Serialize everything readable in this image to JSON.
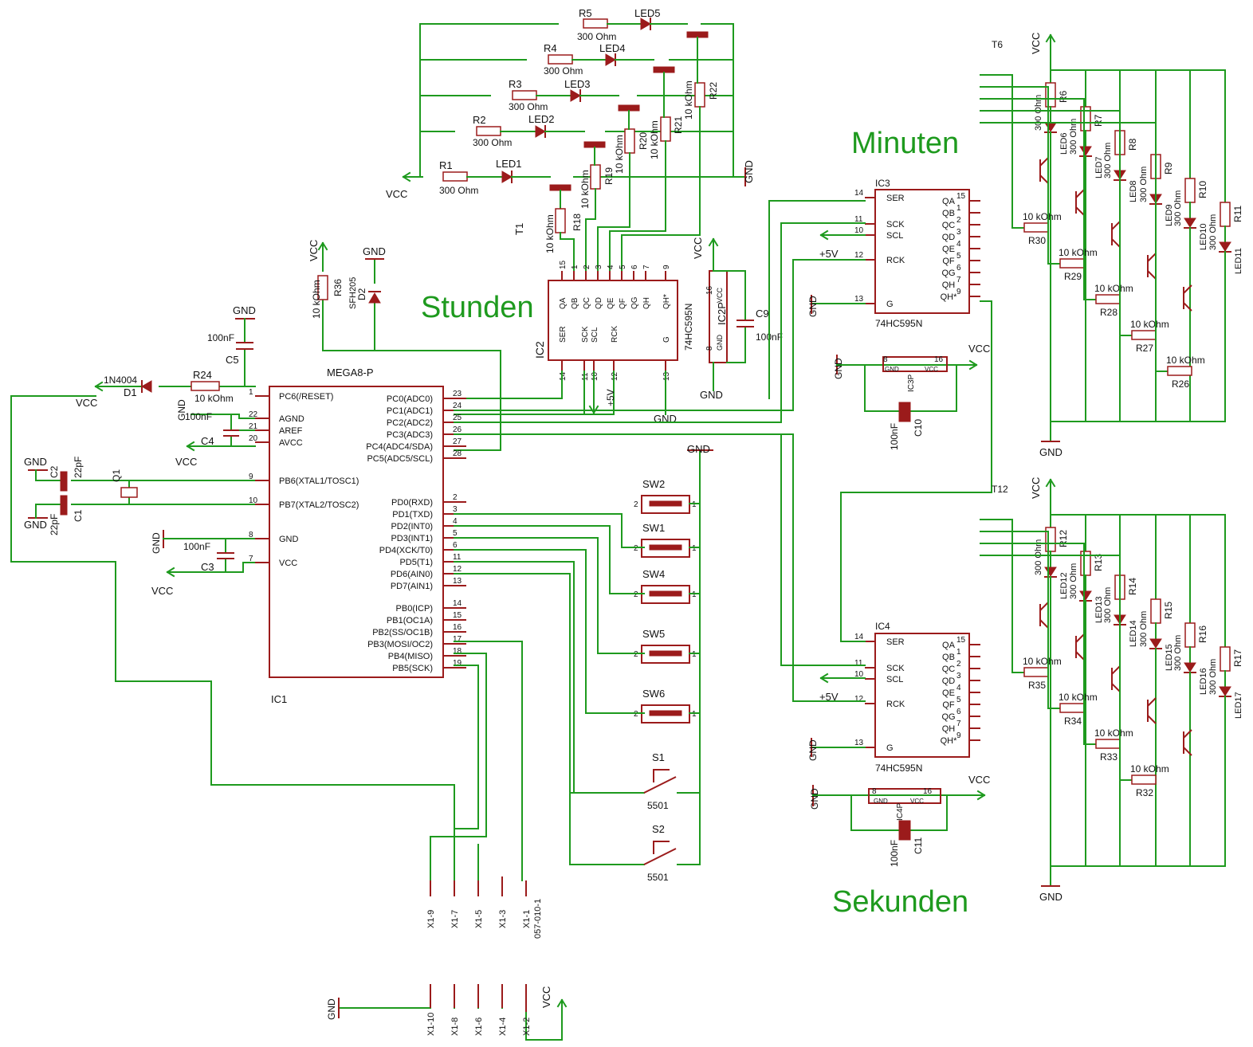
{
  "section_titles": {
    "hours": "Stunden",
    "minutes": "Minuten",
    "seconds": "Sekunden"
  },
  "supply": {
    "vcc": "VCC",
    "gnd": "GND",
    "plus5v": "+5V"
  },
  "hour_leds": {
    "resistors": [
      "R1",
      "R2",
      "R3",
      "R4",
      "R5"
    ],
    "resistor_value": "300 Ohm",
    "leds": [
      "LED1",
      "LED2",
      "LED3",
      "LED4",
      "LED5"
    ],
    "base_resistors": [
      "R18",
      "R19",
      "R20",
      "R21",
      "R22"
    ],
    "base_value": "10 kOhm",
    "first_transistor": "T1"
  },
  "ic2": {
    "ref": "IC2",
    "part": "74HC595N",
    "top_pins": [
      "15",
      "1",
      "2",
      "3",
      "4",
      "5",
      "6",
      "7",
      "9"
    ],
    "top_names": [
      "QA",
      "QB",
      "QC",
      "QD",
      "QE",
      "QF",
      "QG",
      "QH",
      "QH*"
    ],
    "bottom_names": [
      "SER",
      "SCK",
      "SCL",
      "RCK",
      "G"
    ],
    "bottom_pins": [
      "14",
      "11",
      "10",
      "12",
      "13"
    ]
  },
  "ic2p": {
    "ref": "IC2P",
    "vcc_pin": "16",
    "vcc": "VCC",
    "gnd_pin": "8",
    "gnd": "GND"
  },
  "c9": {
    "ref": "C9",
    "value": "100nF"
  },
  "r36": {
    "ref": "R36",
    "value": "10 kOhm"
  },
  "d2": {
    "ref": "D2",
    "part": "SFH205"
  },
  "c5": {
    "ref": "C5",
    "value": "100nF"
  },
  "d1": {
    "ref": "D1",
    "part": "1N4004"
  },
  "r24": {
    "ref": "R24",
    "value": "10 kOhm"
  },
  "c4": {
    "ref": "C4",
    "value": "100nF"
  },
  "c3": {
    "ref": "C3",
    "value": "100nF"
  },
  "crystal": {
    "c1": "C1",
    "c2": "C2",
    "value": "22pF",
    "q1": "Q1"
  },
  "mcu": {
    "part": "MEGA8-P",
    "ref": "IC1",
    "left": [
      {
        "pin": "1",
        "name": "PC6(/RESET)"
      },
      {
        "pin": "22",
        "name": "AGND"
      },
      {
        "pin": "21",
        "name": "AREF"
      },
      {
        "pin": "20",
        "name": "AVCC"
      },
      {
        "pin": "9",
        "name": "PB6(XTAL1/TOSC1)"
      },
      {
        "pin": "10",
        "name": "PB7(XTAL2/TOSC2)"
      },
      {
        "pin": "8",
        "name": "GND"
      },
      {
        "pin": "7",
        "name": "VCC"
      }
    ],
    "right": [
      {
        "pin": "23",
        "name": "PC0(ADC0)"
      },
      {
        "pin": "24",
        "name": "PC1(ADC1)"
      },
      {
        "pin": "25",
        "name": "PC2(ADC2)"
      },
      {
        "pin": "26",
        "name": "PC3(ADC3)"
      },
      {
        "pin": "27",
        "name": "PC4(ADC4/SDA)"
      },
      {
        "pin": "28",
        "name": "PC5(ADC5/SCL)"
      },
      {
        "pin": "2",
        "name": "PD0(RXD)"
      },
      {
        "pin": "3",
        "name": "PD1(TXD)"
      },
      {
        "pin": "4",
        "name": "PD2(INT0)"
      },
      {
        "pin": "5",
        "name": "PD3(INT1)"
      },
      {
        "pin": "6",
        "name": "PD4(XCK/T0)"
      },
      {
        "pin": "11",
        "name": "PD5(T1)"
      },
      {
        "pin": "12",
        "name": "PD6(AIN0)"
      },
      {
        "pin": "13",
        "name": "PD7(AIN1)"
      },
      {
        "pin": "14",
        "name": "PB0(ICP)"
      },
      {
        "pin": "15",
        "name": "PB1(OC1A)"
      },
      {
        "pin": "16",
        "name": "PB2(SS/OC1B)"
      },
      {
        "pin": "17",
        "name": "PB3(MOSI/OC2)"
      },
      {
        "pin": "18",
        "name": "PB4(MISO)"
      },
      {
        "pin": "19",
        "name": "PB5(SCK)"
      }
    ]
  },
  "switches": [
    "SW2",
    "SW1",
    "SW4",
    "SW5",
    "SW6"
  ],
  "switch_pin_a": "2",
  "switch_pin_b": "1",
  "pushbuttons": [
    {
      "ref": "S1",
      "part": "5501"
    },
    {
      "ref": "S2",
      "part": "5501"
    }
  ],
  "connector_top": {
    "pins": [
      "X1-9",
      "X1-7",
      "X1-5",
      "X1-3",
      "X1-1"
    ],
    "part": "057-010-1"
  },
  "connector_bottom": {
    "pins": [
      "X1-10",
      "X1-8",
      "X1-6",
      "X1-4",
      "X1-2"
    ]
  },
  "ic3": {
    "ref": "IC3",
    "part": "74HC595N",
    "left": [
      {
        "pin": "14",
        "name": "SER"
      },
      {
        "pin": "11",
        "name": "SCK"
      },
      {
        "pin": "10",
        "name": "SCL"
      },
      {
        "pin": "12",
        "name": "RCK"
      },
      {
        "pin": "13",
        "name": "G"
      }
    ],
    "right": [
      {
        "pin": "15",
        "name": "QA"
      },
      {
        "pin": "1",
        "name": "QB"
      },
      {
        "pin": "2",
        "name": "QC"
      },
      {
        "pin": "3",
        "name": "QD"
      },
      {
        "pin": "4",
        "name": "QE"
      },
      {
        "pin": "5",
        "name": "QF"
      },
      {
        "pin": "6",
        "name": "QG"
      },
      {
        "pin": "7",
        "name": "QH"
      },
      {
        "pin": "9",
        "name": "QH*"
      }
    ]
  },
  "ic3p": {
    "ref": "IC3P",
    "gnd_pin": "8",
    "gnd": "GND",
    "vcc_pin": "16",
    "vcc": "VCC"
  },
  "c10": {
    "ref": "C10",
    "value": "100nF"
  },
  "ic4": {
    "ref": "IC4",
    "part": "74HC595N",
    "left": [
      {
        "pin": "14",
        "name": "SER"
      },
      {
        "pin": "11",
        "name": "SCK"
      },
      {
        "pin": "10",
        "name": "SCL"
      },
      {
        "pin": "12",
        "name": "RCK"
      },
      {
        "pin": "13",
        "name": "G"
      }
    ],
    "right": [
      {
        "pin": "15",
        "name": "QA"
      },
      {
        "pin": "1",
        "name": "QB"
      },
      {
        "pin": "2",
        "name": "QC"
      },
      {
        "pin": "3",
        "name": "QD"
      },
      {
        "pin": "4",
        "name": "QE"
      },
      {
        "pin": "5",
        "name": "QF"
      },
      {
        "pin": "6",
        "name": "QG"
      },
      {
        "pin": "7",
        "name": "QH"
      },
      {
        "pin": "9",
        "name": "QH*"
      }
    ]
  },
  "ic4p": {
    "ref": "IC4P",
    "gnd_pin": "8",
    "gnd": "GND",
    "vcc_pin": "16",
    "vcc": "VCC"
  },
  "c11": {
    "ref": "C11",
    "value": "100nF"
  },
  "minutes_bank": {
    "led_resistors": [
      "R6",
      "R7",
      "R8",
      "R9",
      "R10",
      "R11"
    ],
    "leds": [
      "LED6",
      "LED7",
      "LED8",
      "LED9",
      "LED10",
      "LED11"
    ],
    "base_resistors": [
      "R30",
      "R29",
      "R28",
      "R27",
      "R26"
    ],
    "transistor": "T6"
  },
  "seconds_bank": {
    "led_resistors": [
      "R12",
      "R13",
      "R14",
      "R15",
      "R16",
      "R17"
    ],
    "leds": [
      "LED12",
      "LED13",
      "LED14",
      "LED15",
      "LED16",
      "LED17"
    ],
    "base_resistors": [
      "R35",
      "R34",
      "R33",
      "R32"
    ],
    "transistor": "T12"
  },
  "value_300": "300 Ohm",
  "value_10k": "10 kOhm"
}
